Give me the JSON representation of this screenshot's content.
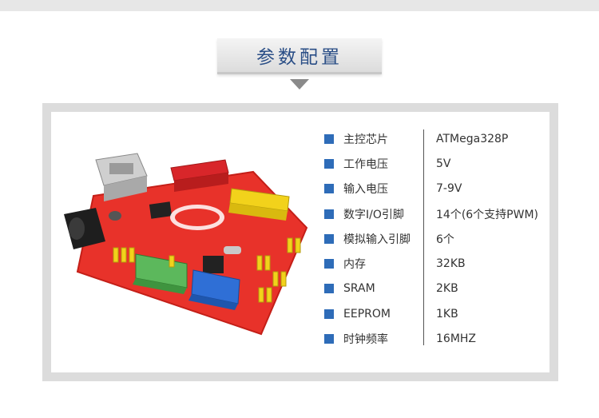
{
  "title": "参数配置",
  "specs": [
    {
      "label": "主控芯片",
      "value": "ATMega328P"
    },
    {
      "label": "工作电压",
      "value": "5V"
    },
    {
      "label": "输入电压",
      "value": "7-9V"
    },
    {
      "label": "数字I/O引脚",
      "value": "14个(6个支持PWM)"
    },
    {
      "label": "模拟输入引脚",
      "value": "6个"
    },
    {
      "label": "内存",
      "value": "32KB"
    },
    {
      "label": "SRAM",
      "value": "2KB"
    },
    {
      "label": "EEPROM",
      "value": "1KB"
    },
    {
      "label": "时钟频率",
      "value": "16MHZ"
    }
  ],
  "colors": {
    "accent": "#2e6cb8",
    "title_text": "#2a4e86",
    "board_red": "#e8322a",
    "header_green": "#5cb85c",
    "header_blue": "#2f6fd6",
    "header_yellow": "#f2d21b"
  }
}
